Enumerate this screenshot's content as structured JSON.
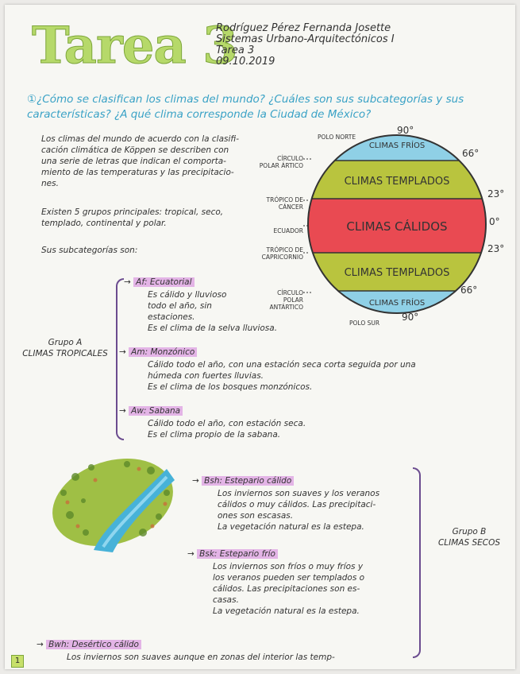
{
  "title": "Tarea 3",
  "header": {
    "name": "Rodríguez Pérez Fernanda Josette",
    "course": "Sistemas Urbano-Arquitectónicos I",
    "assignment": "Tarea 3",
    "date": "09.10.2019"
  },
  "question": "①¿Cómo se clasifican los climas del mundo? ¿Cuáles son sus subcategorías y sus características? ¿A qué clima corresponde la Ciudad de México?",
  "intro": {
    "p1": [
      "Los climas del mundo de acuerdo con la clasifi-",
      "cación climática de Köppen se describen con",
      "una serie de letras que indican el comporta-",
      "miento de las temperaturas y las precipitacio-",
      "nes."
    ],
    "p2": [
      "Existen 5 grupos principales: tropical, seco,",
      "templado, continental y polar."
    ],
    "p3": "Sus subcategorías son:"
  },
  "diagram": {
    "bands": {
      "frios_top": "CLIMAS FRÍOS",
      "templados_top": "CLIMAS TEMPLADOS",
      "calidos": "CLIMAS CÁLIDOS",
      "templados_bottom": "CLIMAS TEMPLADOS",
      "frios_bottom": "CLIMAS FRÍOS"
    },
    "left_labels": {
      "polo_norte": "POLO NORTE",
      "circulo_artico": "CÍRCULO POLAR ÁRTICO",
      "tropico_cancer": "TRÓPICO DE CÁNCER",
      "ecuador": "ECUADOR",
      "tropico_capricornio": "TRÓPICO DE CAPRICORNIO",
      "circulo_antartico": "CÍRCULO POLAR ANTÁRTICO",
      "polo_sur": "POLO SUR"
    },
    "degrees": {
      "n90": "90°",
      "n66": "66°",
      "n23": "23°",
      "eq": "0°",
      "s23": "23°",
      "s66": "66°",
      "s90": "90°"
    },
    "colors": {
      "frios": "#8fd0e6",
      "templados": "#b9c43e",
      "calidos": "#e94a52"
    }
  },
  "grupo_a": {
    "label_line1": "Grupo A",
    "label_line2": "CLIMAS TROPICALES",
    "af": {
      "title": "Af: Ecuatorial",
      "lines": [
        "Es cálido y lluvioso",
        "todo el año, sin",
        "estaciones.",
        "Es el clima de la selva lluviosa."
      ]
    },
    "am": {
      "title": "Am: Monzónico",
      "lines": [
        "Cálido todo el año, con una estación seca corta seguida por una",
        "húmeda con fuertes lluvias.",
        "Es el clima de los bosques monzónicos."
      ]
    },
    "aw": {
      "title": "Aw: Sabana",
      "lines": [
        "Cálido todo el año, con estación seca.",
        "Es el clima propio de la sabana."
      ]
    }
  },
  "grupo_b": {
    "label_line1": "Grupo B",
    "label_line2": "CLIMAS SECOS",
    "bsh": {
      "title": "Bsh: Estepario cálido",
      "lines": [
        "Los inviernos son suaves y los veranos",
        "cálidos o muy cálidos. Las precipitaci-",
        "ones son escasas.",
        "La vegetación natural es la estepa."
      ]
    },
    "bsk": {
      "title": "Bsk: Estepario frío",
      "lines": [
        "Los inviernos son fríos o muy fríos y",
        "los veranos pueden ser templados o",
        "cálidos. Las precipitaciones son es-",
        "casas.",
        "La vegetación natural es la estepa."
      ]
    },
    "bwh": {
      "title": "Bwh: Desértico cálido",
      "lines": [
        "Los inviernos son suaves aunque en zonas del interior las temp-"
      ]
    }
  },
  "footer_mark": "1",
  "arrow": "→"
}
